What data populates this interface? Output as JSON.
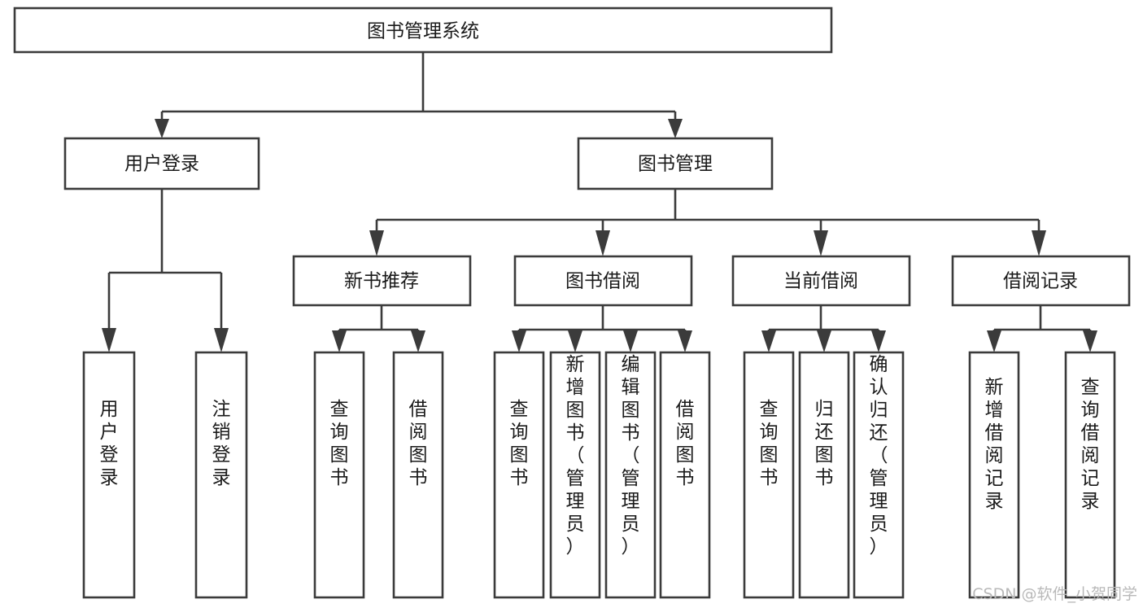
{
  "diagram": {
    "type": "tree-hierarchy-chart",
    "title": "图书管理系统",
    "root": {
      "id": "root",
      "label": "图书管理系统",
      "orientation": "horizontal"
    },
    "level2": [
      {
        "id": "user-login",
        "label": "用户登录",
        "orientation": "horizontal"
      },
      {
        "id": "book-manage",
        "label": "图书管理",
        "orientation": "horizontal"
      }
    ],
    "level3": [
      {
        "id": "new-book-rec",
        "label": "新书推荐",
        "orientation": "horizontal",
        "parent": "book-manage"
      },
      {
        "id": "book-borrow",
        "label": "图书借阅",
        "orientation": "horizontal",
        "parent": "book-manage"
      },
      {
        "id": "current-borrow",
        "label": "当前借阅",
        "orientation": "horizontal",
        "parent": "book-manage"
      },
      {
        "id": "borrow-record",
        "label": "借阅记录",
        "orientation": "horizontal",
        "parent": "book-manage"
      }
    ],
    "leaves": [
      {
        "id": "leaf-user-login",
        "label": "用户登录",
        "orientation": "vertical",
        "parent": "user-login"
      },
      {
        "id": "leaf-user-logout",
        "label": "注销登录",
        "orientation": "vertical",
        "parent": "user-login"
      },
      {
        "id": "leaf-query-book-1",
        "label": "查询图书",
        "orientation": "vertical",
        "parent": "new-book-rec"
      },
      {
        "id": "leaf-borrow-book-1",
        "label": "借阅图书",
        "orientation": "vertical",
        "parent": "new-book-rec"
      },
      {
        "id": "leaf-query-book-2",
        "label": "查询图书",
        "orientation": "vertical",
        "parent": "book-borrow"
      },
      {
        "id": "leaf-add-book",
        "label": "新增图书（管理员）",
        "orientation": "vertical",
        "parent": "book-borrow"
      },
      {
        "id": "leaf-edit-book",
        "label": "编辑图书（管理员）",
        "orientation": "vertical",
        "parent": "book-borrow"
      },
      {
        "id": "leaf-borrow-book-2",
        "label": "借阅图书",
        "orientation": "vertical",
        "parent": "book-borrow"
      },
      {
        "id": "leaf-query-book-3",
        "label": "查询图书",
        "orientation": "vertical",
        "parent": "current-borrow"
      },
      {
        "id": "leaf-return-book",
        "label": "归还图书",
        "orientation": "vertical",
        "parent": "current-borrow"
      },
      {
        "id": "leaf-confirm-return",
        "label": "确认归还（管理员）",
        "orientation": "vertical",
        "parent": "current-borrow"
      },
      {
        "id": "leaf-add-record",
        "label": "新增借阅记录",
        "orientation": "vertical",
        "parent": "borrow-record"
      },
      {
        "id": "leaf-query-record",
        "label": "查询借阅记录",
        "orientation": "vertical",
        "parent": "borrow-record"
      }
    ],
    "colors": {
      "box_stroke": "#3b3b3b",
      "box_fill": "#ffffff",
      "connector": "#3b3b3b",
      "text": "#1a1a1a",
      "background": "#ffffff",
      "watermark": "#b9b9b9"
    }
  },
  "watermark": {
    "text": "CSDN @软件_小贺同学"
  }
}
